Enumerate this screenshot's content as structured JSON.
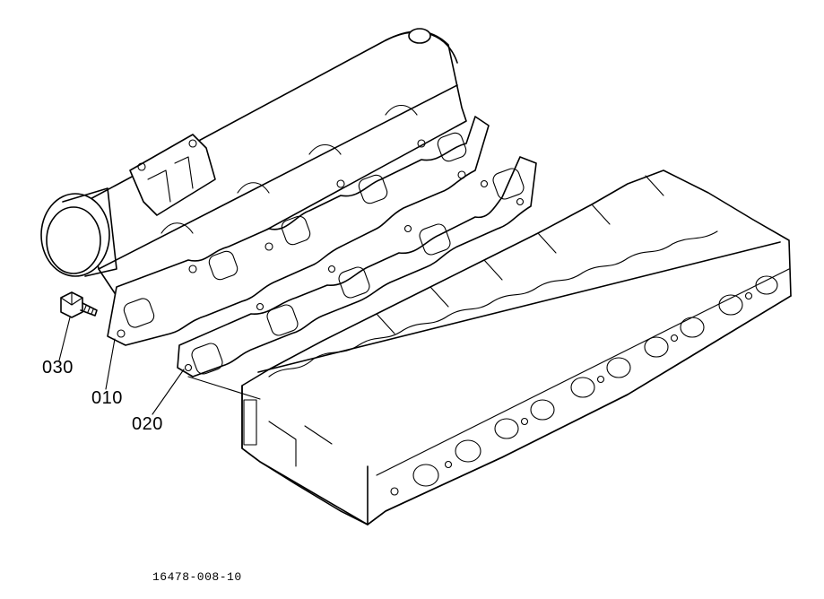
{
  "diagram": {
    "part_labels": [
      {
        "id": "030",
        "text": "030"
      },
      {
        "id": "010",
        "text": "010"
      },
      {
        "id": "020",
        "text": "020"
      }
    ],
    "drawing_number": "16478-008-10"
  }
}
